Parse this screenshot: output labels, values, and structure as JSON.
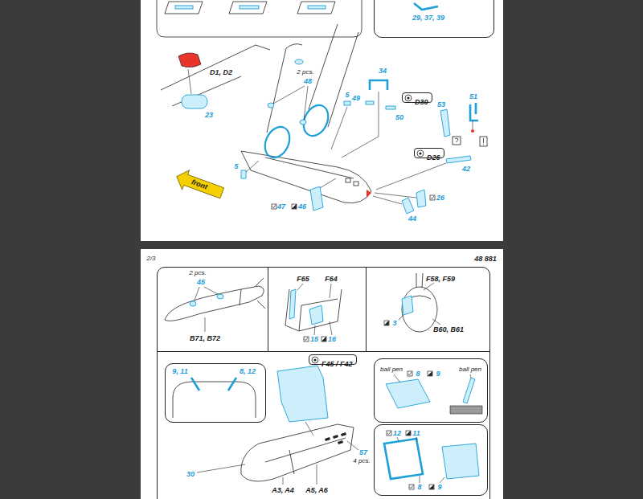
{
  "diagram": {
    "nodes": [
      {
        "text": [
          "29, 37, 39"
        ]
      },
      {
        "text": [
          "D30"
        ]
      },
      {
        "text": [
          "D26"
        ]
      },
      {
        "text": [
          "2 pcs.",
          "45",
          "B71, B72"
        ]
      },
      {
        "text": [
          "F65",
          "F64",
          "15",
          "16"
        ]
      },
      {
        "text": [
          "F58, F59",
          "3",
          "B60, B61"
        ]
      },
      {
        "text": [
          "57",
          "4 pcs.",
          "30",
          "A3, A4",
          "A5, A6"
        ]
      },
      {
        "text": [
          "F45 / F42"
        ],
        "in": 6
      },
      {
        "text": [
          "9, 11",
          "8, 12"
        ],
        "in": 6
      },
      {
        "text": [
          "ball pen",
          "8",
          "9",
          "ball pen"
        ],
        "in": 6
      },
      {
        "text": [
          "12",
          "11",
          "8",
          "9"
        ],
        "in": 6
      }
    ],
    "labels": [
      "D1, D2",
      "2 pcs.",
      "48",
      "34",
      "5",
      "49",
      "50",
      "23",
      "53",
      "51",
      "42",
      "5",
      "front",
      "47",
      "46",
      "26",
      "44",
      "2/3",
      "48 881"
    ]
  }
}
